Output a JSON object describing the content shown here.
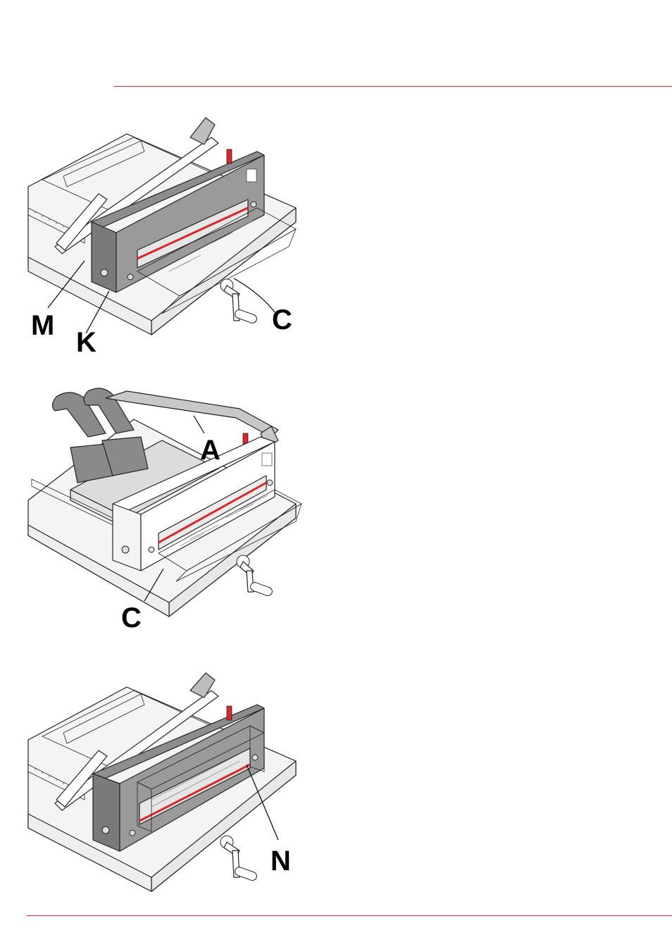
{
  "rule_color": "#d9262c",
  "figures": [
    {
      "name": "cutting-view-guard",
      "callouts": {
        "m": "M",
        "k": "K",
        "c": "C"
      }
    },
    {
      "name": "cutting-view-hands",
      "callouts": {
        "a": "A",
        "c": "C"
      }
    },
    {
      "name": "cutting-view-n",
      "callouts": {
        "n": "N"
      }
    }
  ]
}
